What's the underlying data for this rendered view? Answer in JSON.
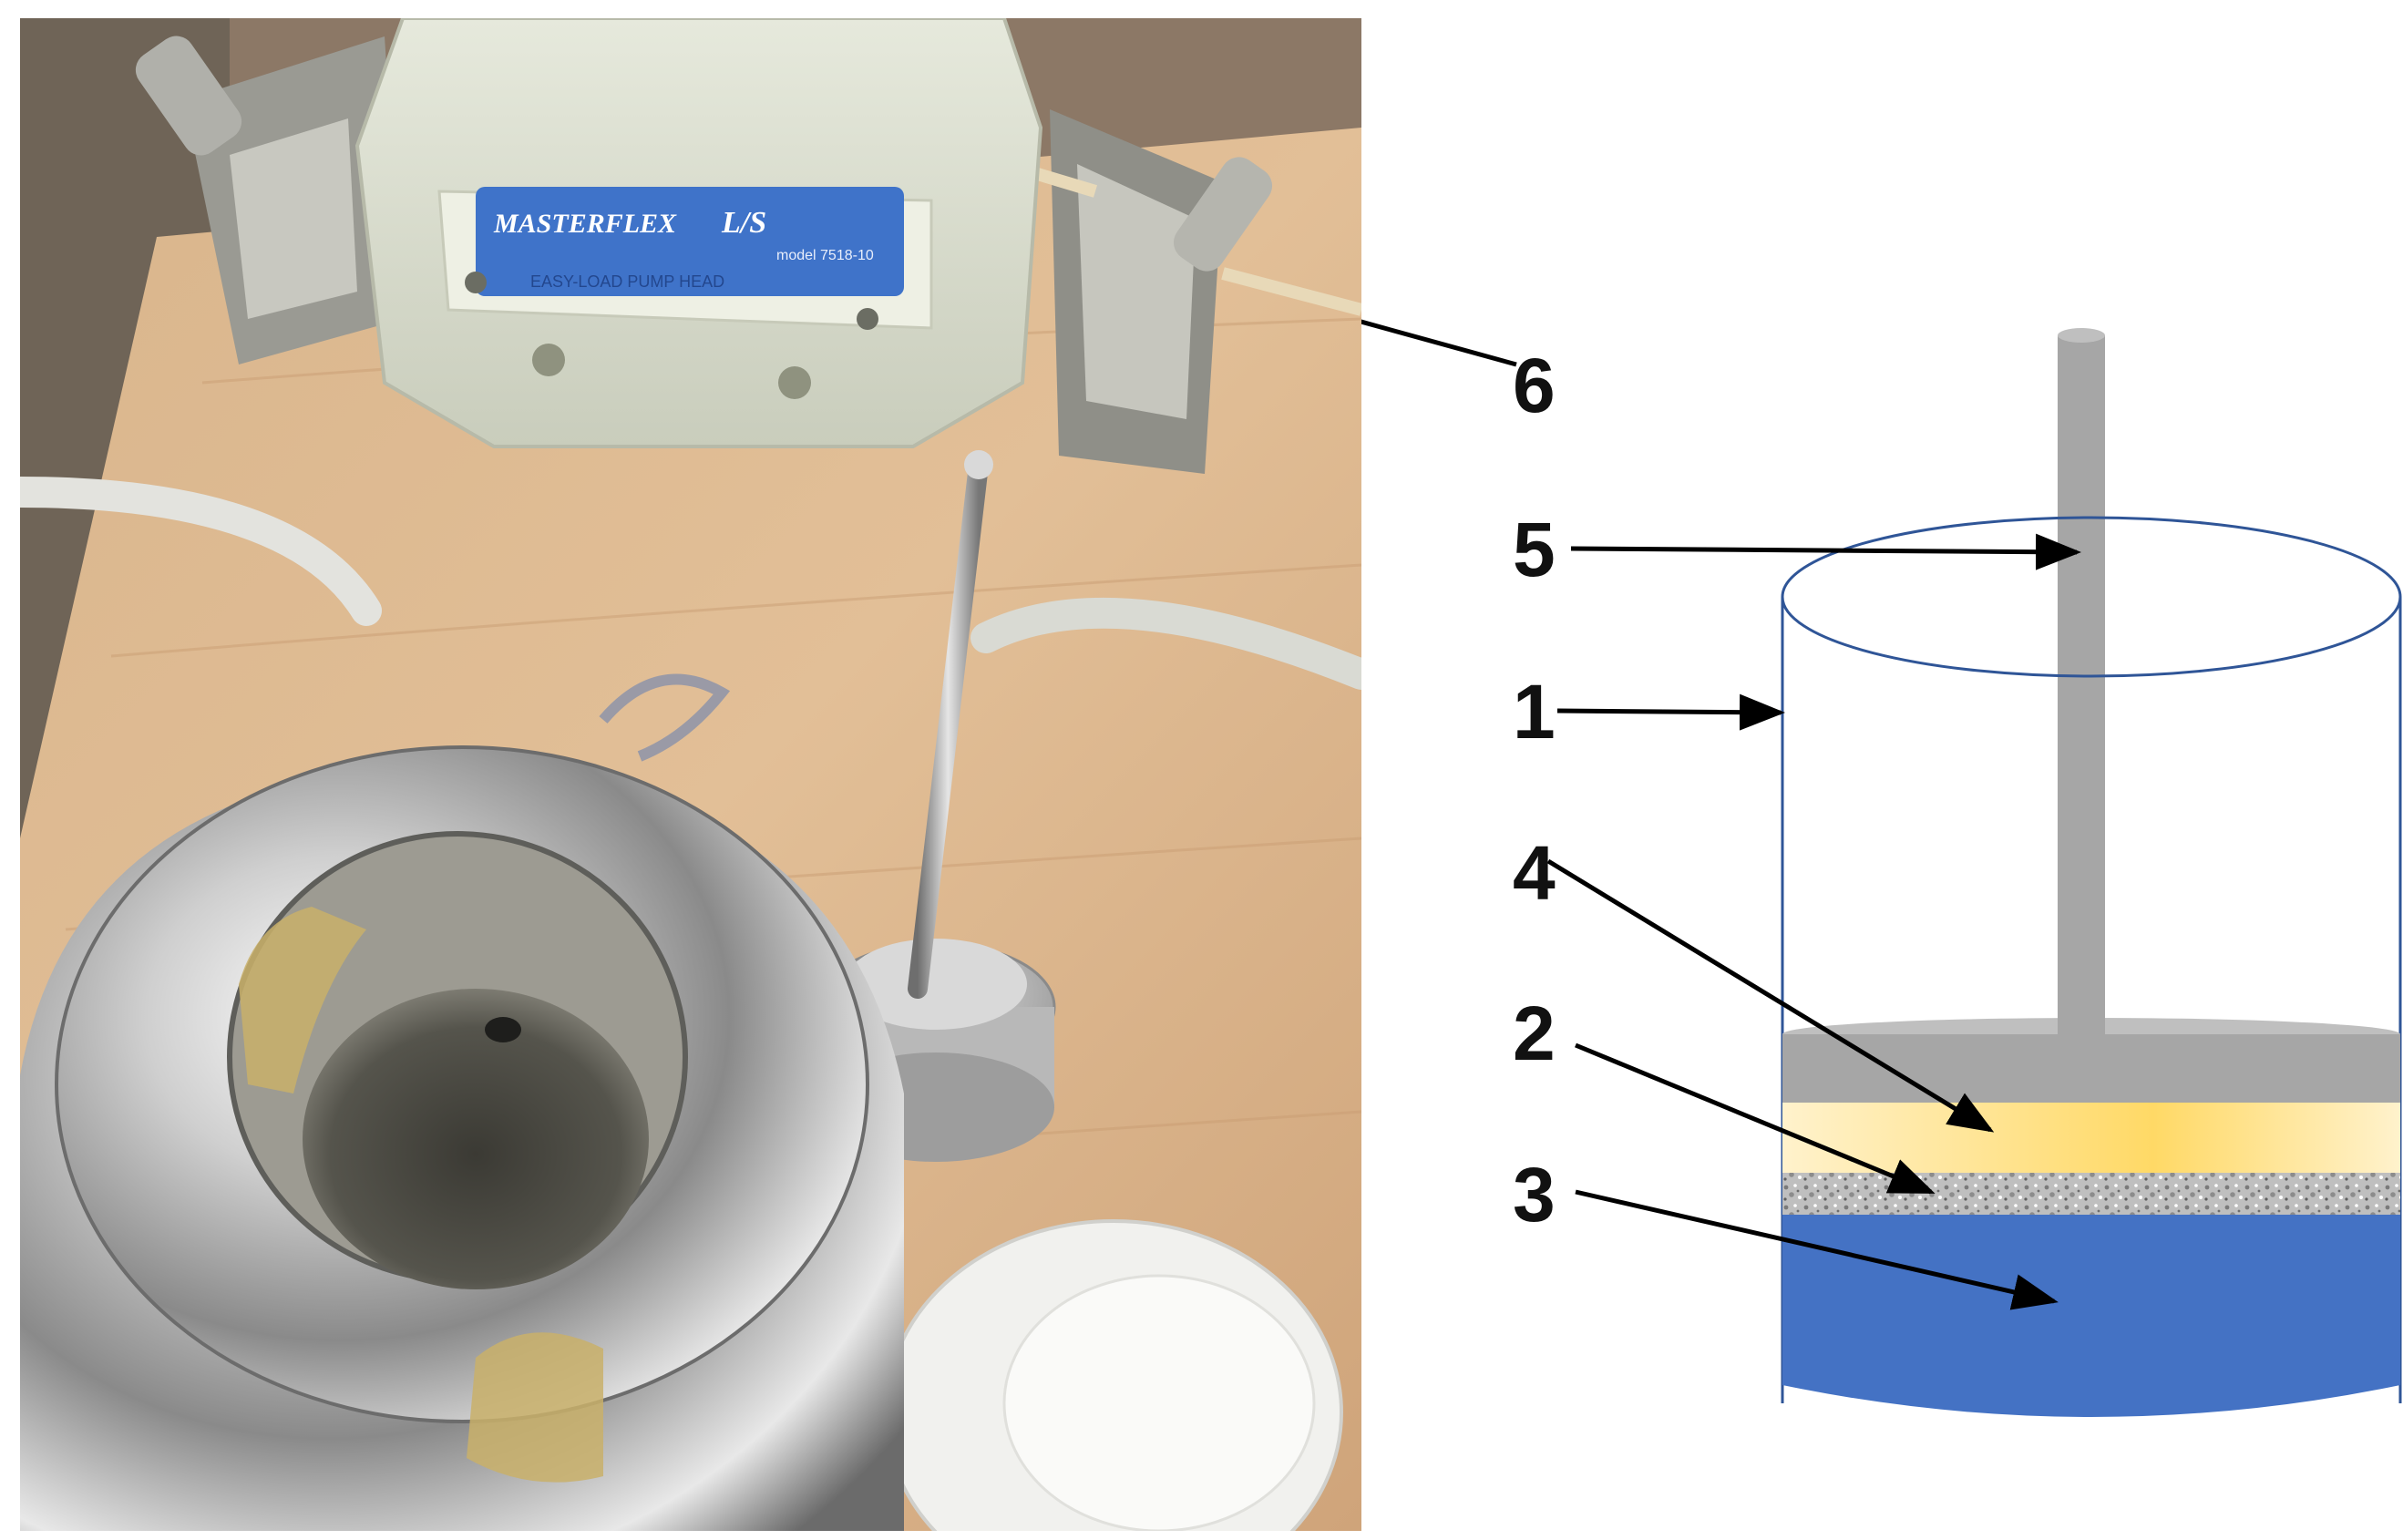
{
  "labels": [
    {
      "id": "1",
      "text": "1"
    },
    {
      "id": "2",
      "text": "2"
    },
    {
      "id": "3",
      "text": "3"
    },
    {
      "id": "4",
      "text": "4"
    },
    {
      "id": "5",
      "text": "5"
    },
    {
      "id": "6",
      "text": "6"
    }
  ],
  "pump": {
    "brand": "MASTERFLEX",
    "model": "L/S",
    "model_small": "model 7518-10",
    "line2": "EASY-LOAD PUMP HEAD"
  },
  "colors": {
    "rod": "#a6a6a6",
    "piston": "#a6a6a6",
    "layer4": "#ffd966",
    "layer2": "#bfbfbf",
    "layer3": "#4472c4",
    "cylinder_outline": "#2f5597",
    "arrow": "#000000"
  }
}
